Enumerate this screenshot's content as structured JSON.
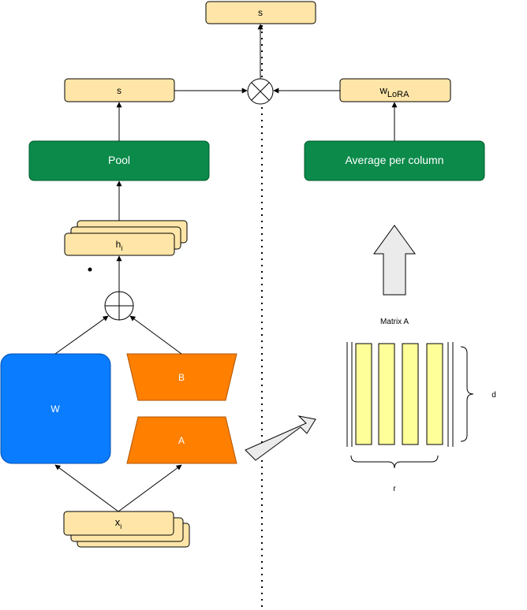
{
  "colors": {
    "node_fill": "#ffe6a8",
    "node_stroke": "#000000",
    "green_fill": "#0b8a4a",
    "green_stroke": "#005a2a",
    "blue_fill": "#0a7cff",
    "orange_fill": "#ff7f00",
    "matrix_column_fill": "#ffff99"
  },
  "top_output": {
    "label": "s"
  },
  "left_branch": {
    "score": {
      "label": "s"
    },
    "pool": {
      "label": "Pool"
    },
    "hidden": {
      "label": "h",
      "subscript": "i"
    },
    "weight": {
      "label": "W"
    },
    "lora_b": {
      "label": "B"
    },
    "lora_a": {
      "label": "A"
    },
    "input": {
      "label": "x",
      "subscript": "i"
    }
  },
  "right_branch": {
    "weight_lora": {
      "label": "w",
      "subscript": "LoRA"
    },
    "average": {
      "label": "Average per column"
    },
    "matrix": {
      "title": "Matrix A",
      "row_dim": "d",
      "col_dim": "r",
      "num_columns": 4
    }
  },
  "operators": {
    "multiply": "multiply-operator",
    "add": "add-operator"
  }
}
